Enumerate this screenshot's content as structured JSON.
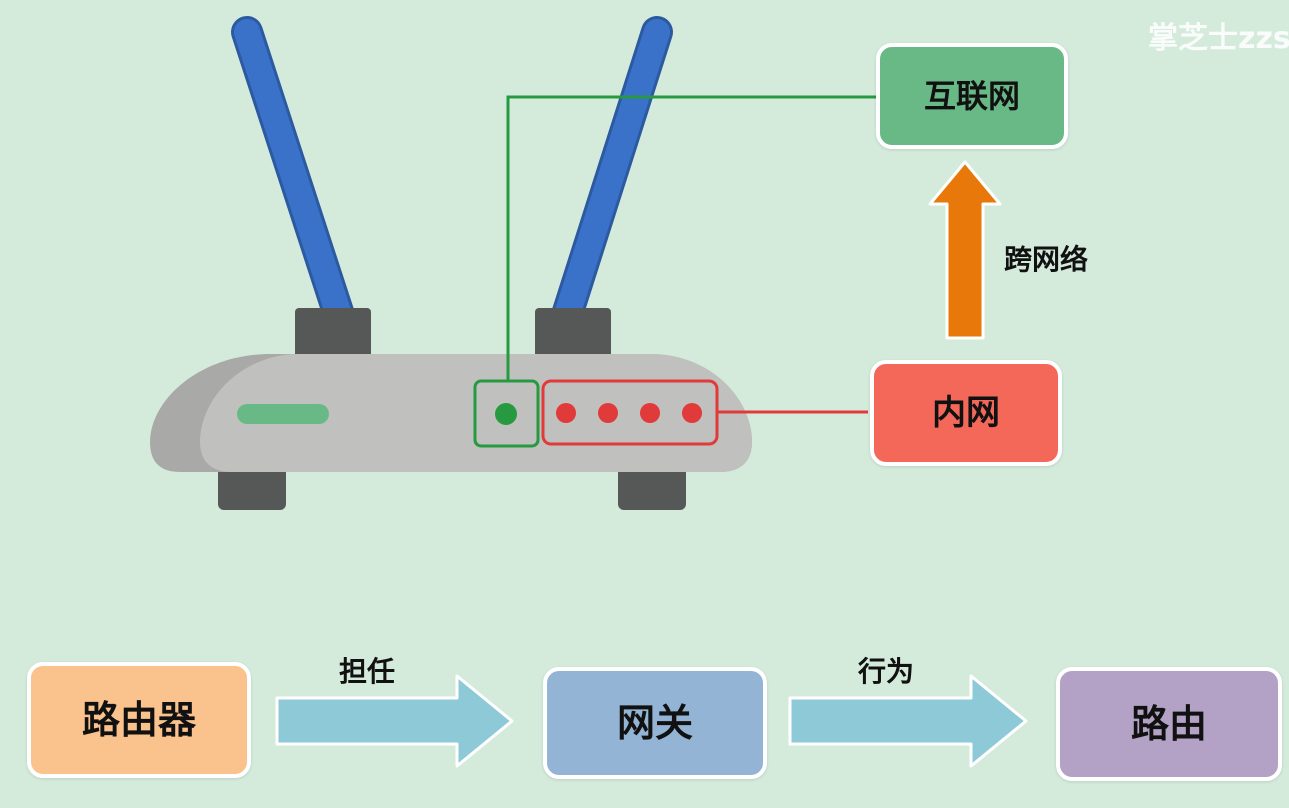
{
  "watermark": "掌芝士zzs",
  "nodes": {
    "internet": {
      "label": "互联网",
      "color": "#69b987"
    },
    "intranet": {
      "label": "内网",
      "color": "#f4685a"
    },
    "router": {
      "label": "路由器",
      "color": "#fac28c"
    },
    "gateway": {
      "label": "网关",
      "color": "#93b4d5"
    },
    "routing": {
      "label": "路由",
      "color": "#b3a2c6"
    }
  },
  "edges": {
    "cross_network": {
      "label": "跨网络",
      "color": "#e9780a"
    },
    "serve_as": {
      "label": "担任",
      "color": "#8ec9d8"
    },
    "behavior": {
      "label": "行为",
      "color": "#8ec9d8"
    }
  },
  "device": {
    "antenna_color": "#3b72c9",
    "body_color": "#c0c1bf",
    "wan_port_color": "#279940",
    "lan_port_color": "#e13a3a",
    "wan_port_count": 1,
    "lan_port_count": 4
  }
}
